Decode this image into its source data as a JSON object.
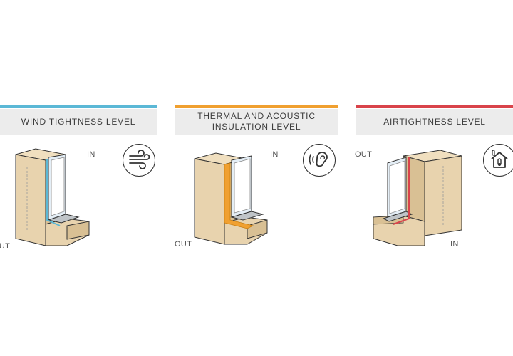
{
  "panels": [
    {
      "title": "WIND TIGHTNESS LEVEL",
      "label_in": "IN",
      "label_out": "OUT",
      "accent": "#5bb8d6",
      "icon": "wind-icon"
    },
    {
      "title_line1": "THERMAL AND ACOUSTIC",
      "title_line2": "INSULATION LEVEL",
      "label_in": "IN",
      "label_out": "OUT",
      "accent": "#f0a030",
      "icon": "ear-sound-icon"
    },
    {
      "title": "AIRTIGHTNESS LEVEL",
      "label_in": "IN",
      "label_out": "OUT",
      "accent": "#d9434a",
      "icon": "house-thermometer-icon"
    }
  ],
  "colors": {
    "wall": "#e8d3ae",
    "wall_shade": "#d9c094",
    "outline": "#333333",
    "title_bg": "#ececec",
    "glass": "#e4eef6",
    "frame": "#bfc4c8"
  }
}
